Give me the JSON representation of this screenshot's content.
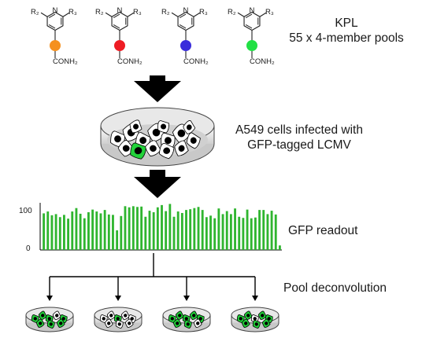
{
  "structures": {
    "pyridine_N": "N",
    "r2": "R₂",
    "r3": "R₃",
    "amide": "CONH₂",
    "colors": [
      "#f5901e",
      "#ee1c24",
      "#3a2ddb",
      "#22e045"
    ]
  },
  "library_label": {
    "line1": "KPL",
    "line2": "55 x 4-member pools"
  },
  "infection_label": {
    "line1": "A549 cells infected with",
    "line2": "GFP-tagged LCMV"
  },
  "readout_label": "GFP readout",
  "deconvolution_label": "Pool deconvolution",
  "colors": {
    "bar": "#2fb52f",
    "arrow": "#000000",
    "gfp": "#22d23a"
  },
  "chart_data": {
    "type": "bar",
    "title": "",
    "xlabel": "",
    "ylabel": "",
    "ylim": [
      0,
      125
    ],
    "yticks": [
      0,
      100
    ],
    "values": [
      97,
      102,
      92,
      95,
      87,
      93,
      83,
      102,
      111,
      96,
      84,
      100,
      107,
      102,
      97,
      106,
      94,
      93,
      52,
      90,
      116,
      113,
      116,
      114,
      115,
      88,
      104,
      100,
      113,
      119,
      103,
      122,
      88,
      102,
      98,
      106,
      108,
      111,
      114,
      106,
      87,
      91,
      84,
      110,
      95,
      103,
      95,
      110,
      88,
      85,
      107,
      84,
      86,
      106,
      106,
      95,
      104,
      94,
      12
    ]
  }
}
